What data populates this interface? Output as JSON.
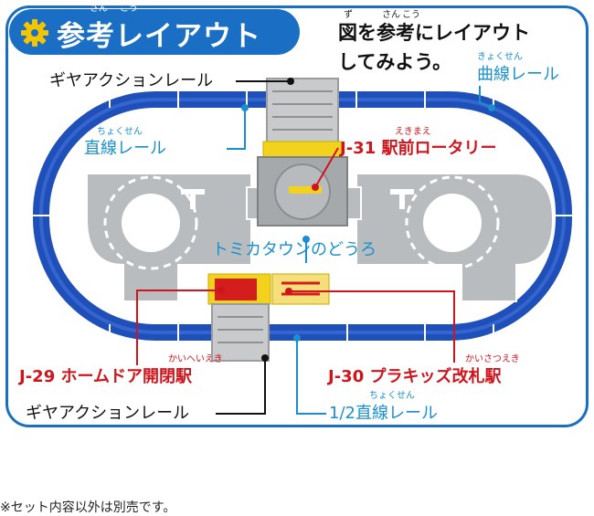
{
  "header": {
    "title": "参考レイアウト",
    "title_ruby_1": "さん",
    "title_ruby_2": "こう"
  },
  "intro": {
    "line1": "図を参考にレイアウト",
    "line2": "してみよう。",
    "ruby_zu": "ず",
    "ruby_san": "さん",
    "ruby_kou": "こう"
  },
  "labels": {
    "gear_top": "ギヤアクションレール",
    "curve": "曲線レール",
    "curve_ruby": "きょくせん",
    "straight": "直線レール",
    "straight_ruby": "ちょくせん",
    "j31": "J-31 駅前ロータリー",
    "j31_ruby": "えきまえ",
    "town_road": "トミカタウンのどうろ",
    "j29": "J-29 ホームドア開閉駅",
    "j29_ruby": "かいへいえき",
    "j30": "J-30 プラキッズ改札駅",
    "j30_ruby": "かいさつえき",
    "gear_bottom": "ギヤアクションレール",
    "half_straight": "1/2直線レール",
    "half_straight_ruby": "ちょくせん"
  },
  "footnote": "※セット内容以外は別売です。",
  "colors": {
    "accent_blue": "#1a6fc4",
    "label_blue": "#1a8fd0",
    "label_red": "#d0141c",
    "rail_blue": "#1f4fb8",
    "road_gray": "#b9bcbf",
    "station_yellow": "#f2d21c",
    "station_red": "#d41e1e"
  },
  "icons": {
    "title_icon": "gear-icon",
    "road_marker": "t-junction-icon"
  }
}
